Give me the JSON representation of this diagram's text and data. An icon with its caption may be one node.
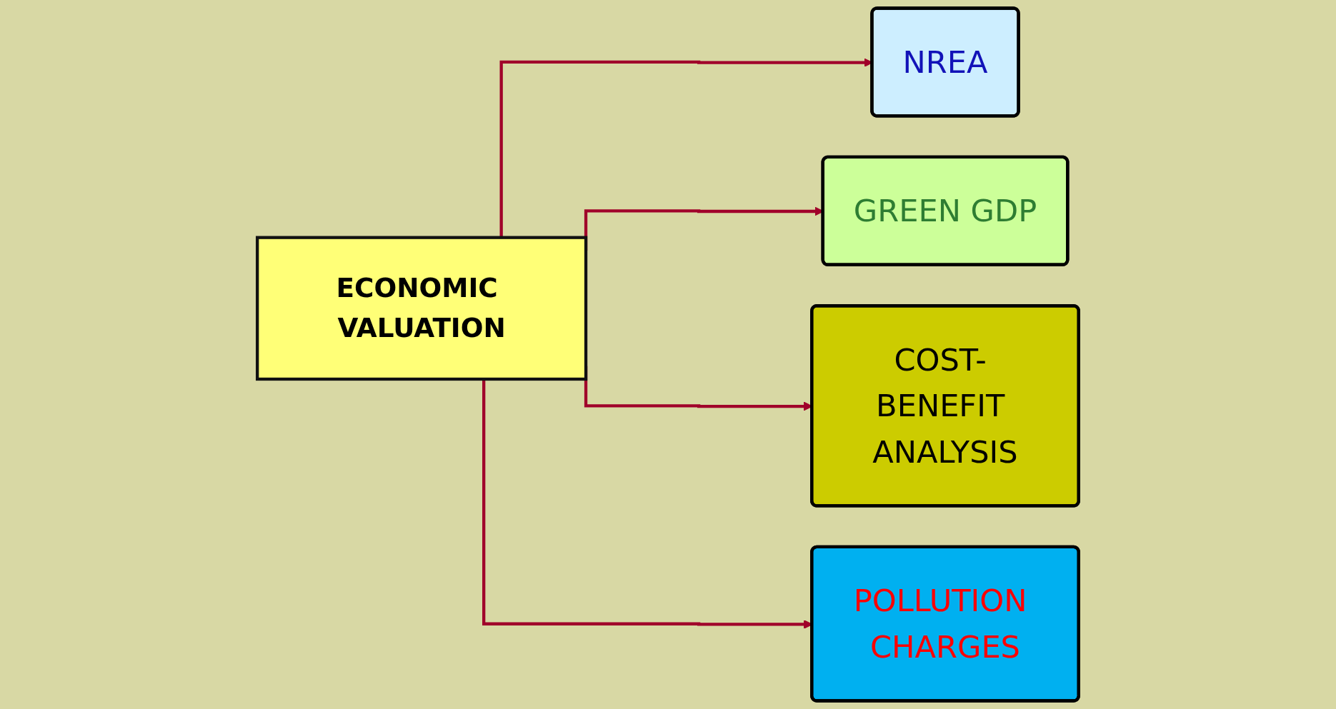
{
  "diagram": {
    "nodes": [
      {
        "text": [
          "ECONOMIC VALUATION"
        ]
      },
      {
        "text": [
          "NREA"
        ]
      },
      {
        "text": [
          "GREEN GDP"
        ]
      },
      {
        "text": [
          "COST- BENEFIT ANALYSIS"
        ]
      },
      {
        "text": [
          "POLLUTION CHARGES"
        ]
      }
    ],
    "edges": [
      {
        "from": 0,
        "to": 1,
        "arrow": "to"
      },
      {
        "from": 0,
        "to": 2,
        "arrow": "to"
      },
      {
        "from": 0,
        "to": 3,
        "arrow": "to"
      },
      {
        "from": 0,
        "to": 4,
        "arrow": "to"
      }
    ]
  }
}
